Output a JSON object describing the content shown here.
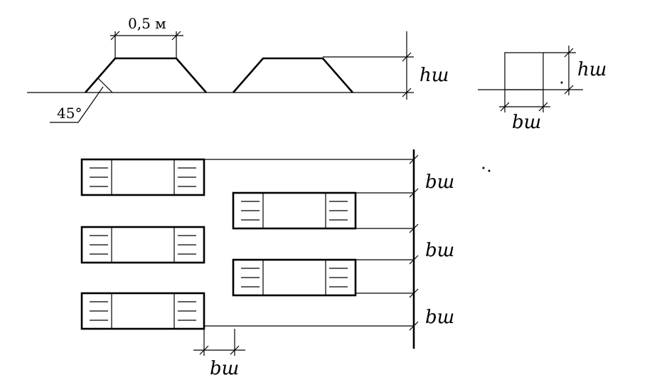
{
  "labels": {
    "top_width": "0,5 м",
    "angle": "45°",
    "height_1": "hш",
    "height_2": "hш",
    "width_side": "bш",
    "width_1": "bш",
    "width_2": "bш",
    "width_3": "bш",
    "width_bottom": "bш"
  }
}
